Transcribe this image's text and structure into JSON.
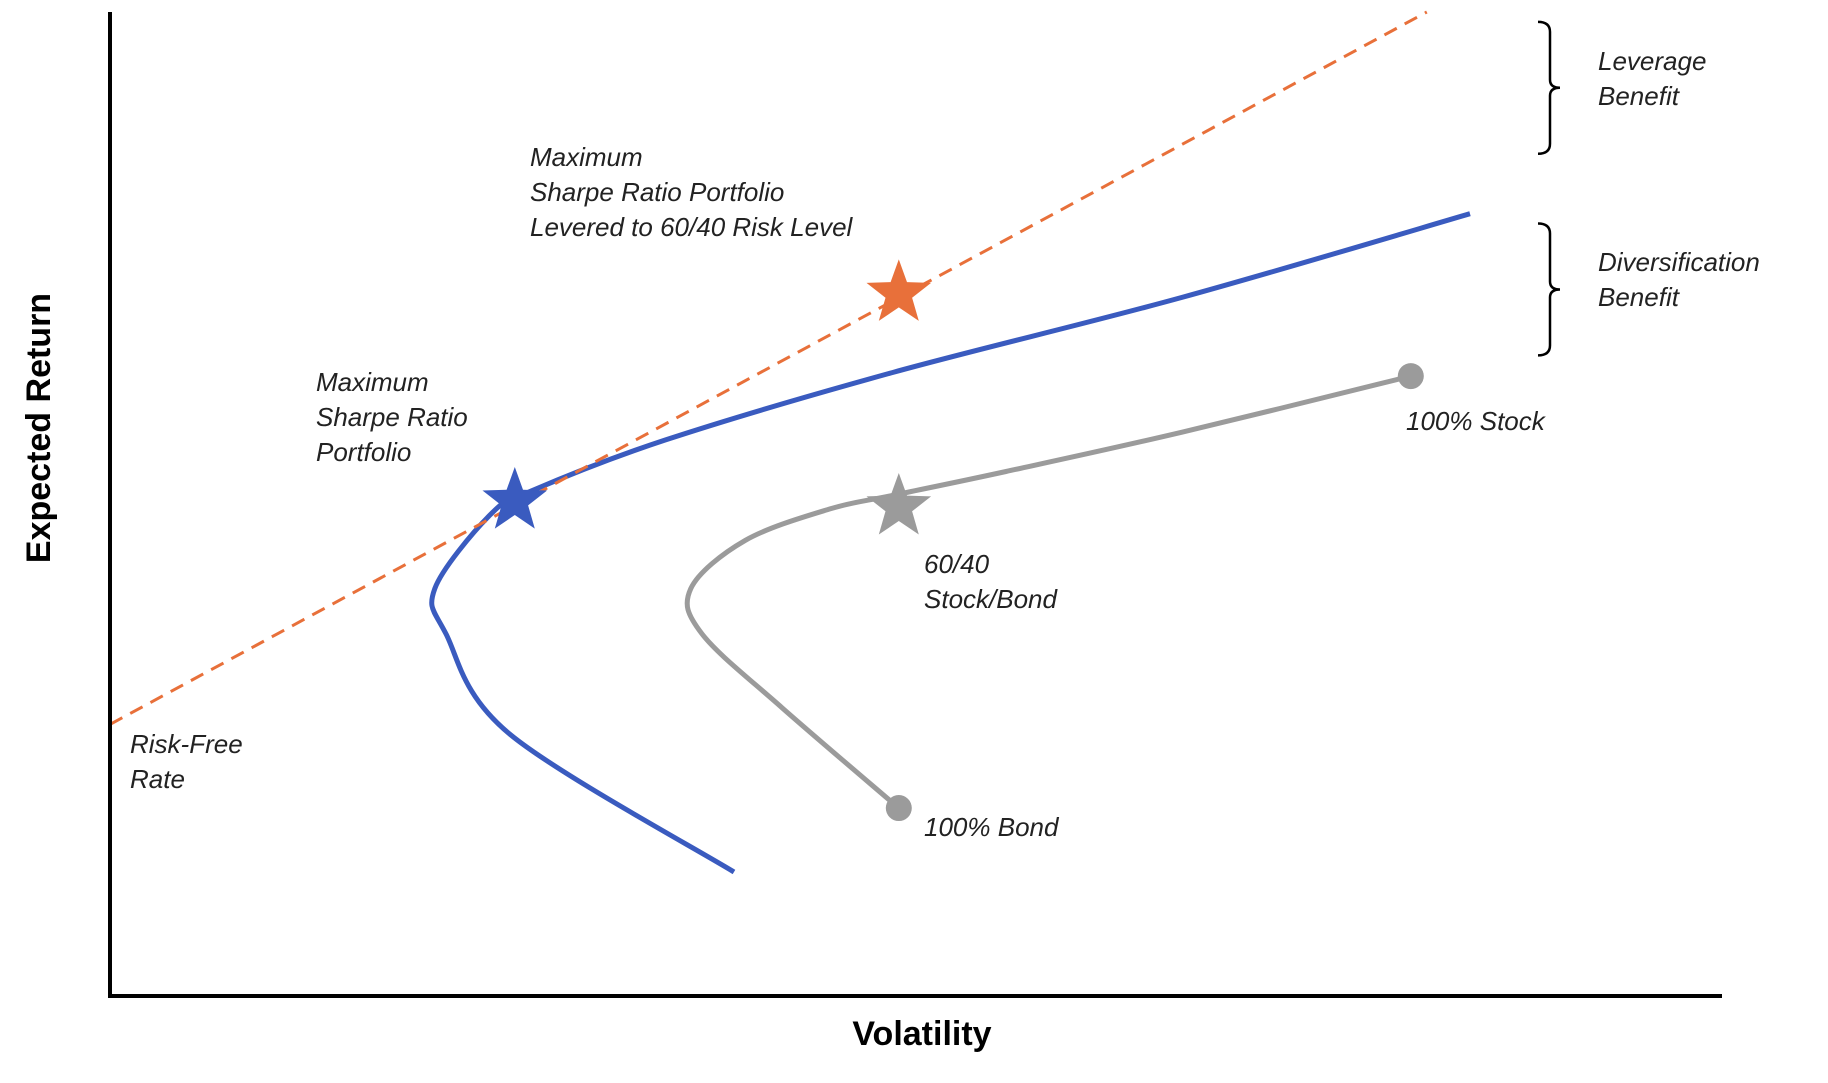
{
  "chart_data": {
    "type": "line",
    "title": "",
    "xlabel": "Volatility",
    "ylabel": "Expected Return",
    "xlim": [
      0,
      100
    ],
    "ylim": [
      0,
      100
    ],
    "grid": false,
    "ticks": "none",
    "colors": {
      "efficient_frontier": "#3a5bbf",
      "stock_bond_frontier": "#9b9b9b",
      "capital_market_line": "#e8703a",
      "axis": "#000000",
      "bracket": "#000000"
    },
    "series": [
      {
        "key": "efficient_frontier",
        "style": "solid",
        "x": [
          39.0,
          25.0,
          21.0,
          20.3,
          23.7,
          26.3,
          34.7,
          49.0,
          67.0,
          85.0
        ],
        "y": [
          12.6,
          26.6,
          36.8,
          41.4,
          48.8,
          51.3,
          56.5,
          63.4,
          71.0,
          79.5
        ]
      },
      {
        "key": "stock_bond_frontier",
        "style": "solid",
        "x": [
          49.3,
          42.0,
          37.0,
          36.3,
          39.7,
          45.0,
          49.0,
          56.0,
          67.0,
          81.3
        ],
        "y": [
          19.1,
          29.3,
          36.8,
          41.4,
          46.3,
          49.5,
          50.9,
          53.3,
          57.3,
          63.0
        ]
      },
      {
        "key": "capital_market_line",
        "style": "dashed",
        "x": [
          0,
          82.3
        ],
        "y": [
          27.6,
          100
        ]
      }
    ],
    "points": [
      {
        "name": "Maximum Sharpe Ratio Portfolio",
        "x": 25.3,
        "y": 50.3,
        "marker": "star",
        "color": "#3a5bbf"
      },
      {
        "name": "Maximum Sharpe Ratio Portfolio Levered to 60/40 Risk Level",
        "x": 49.3,
        "y": 71.4,
        "marker": "star",
        "color": "#e8703a"
      },
      {
        "name": "60/40 Stock/Bond",
        "x": 49.3,
        "y": 49.7,
        "marker": "star",
        "color": "#9b9b9b"
      },
      {
        "name": "100% Stock",
        "x": 81.3,
        "y": 63.0,
        "marker": "circle",
        "color": "#9b9b9b"
      },
      {
        "name": "100% Bond",
        "x": 49.3,
        "y": 19.1,
        "marker": "circle",
        "color": "#9b9b9b"
      }
    ],
    "annotations": [
      {
        "key": "levered_portfolio",
        "lines": [
          "Maximum",
          "Sharpe Ratio Portfolio",
          "Levered to 60/40 Risk Level"
        ]
      },
      {
        "key": "max_sharpe",
        "lines": [
          "Maximum",
          "Sharpe Ratio",
          "Portfolio"
        ]
      },
      {
        "key": "risk_free",
        "lines": [
          "Risk-Free",
          "Rate"
        ]
      },
      {
        "key": "sixty_forty",
        "lines": [
          "60/40",
          "Stock/Bond"
        ]
      },
      {
        "key": "stock",
        "lines": [
          "100% Stock"
        ]
      },
      {
        "key": "bond",
        "lines": [
          "100% Bond"
        ]
      },
      {
        "key": "leverage_benefit",
        "lines": [
          "Leverage",
          "Benefit"
        ]
      },
      {
        "key": "diversification_benefit",
        "lines": [
          "Diversification",
          "Benefit"
        ]
      }
    ],
    "brackets": [
      {
        "key": "leverage_benefit",
        "y_top": 99.0,
        "y_bottom": 85.6
      },
      {
        "key": "diversification_benefit",
        "y_top": 78.5,
        "y_bottom": 65.1
      }
    ]
  }
}
